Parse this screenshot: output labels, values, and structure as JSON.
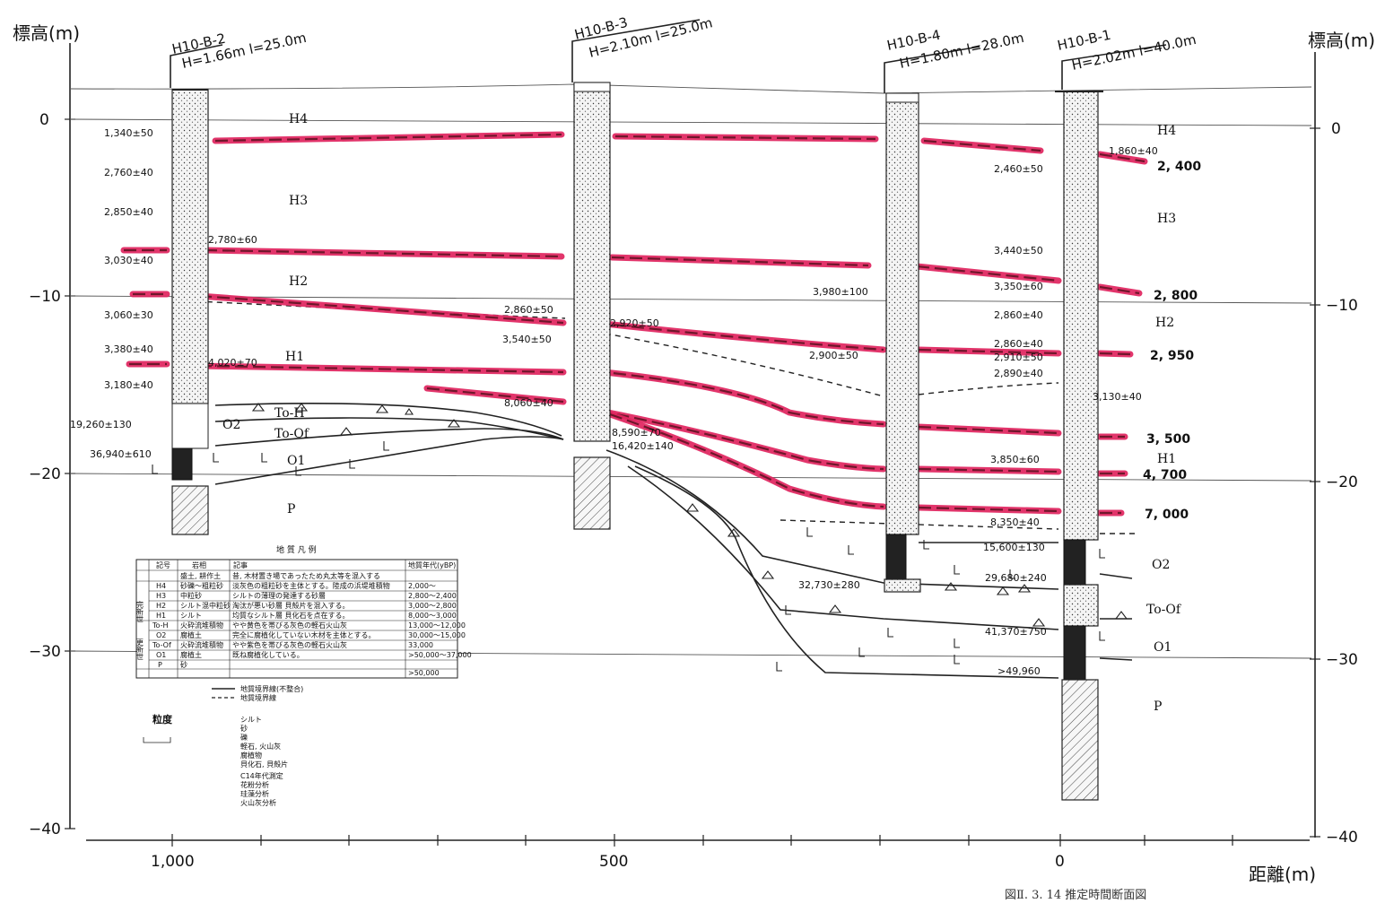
{
  "axes": {
    "left_title": "標高(m)",
    "right_title": "標高(m)",
    "left_ticks": [
      "0",
      "−10",
      "−20",
      "−30",
      "−40"
    ],
    "right_ticks": [
      "0",
      "−10",
      "−20",
      "−30",
      "−40"
    ],
    "x_ticks": [
      "1,000",
      "500",
      "0"
    ],
    "x_title": "距離(m)"
  },
  "boreholes": [
    {
      "name": "H10-B-2",
      "params": "H=1.66m  l=25.0m"
    },
    {
      "name": "H10-B-3",
      "params": "H=2.10m  l=25.0m"
    },
    {
      "name": "H10-B-4",
      "params": "H=1.80m  l=28.0m"
    },
    {
      "name": "H10-B-1",
      "params": "H=2.02m  l=40.0m"
    }
  ],
  "units": {
    "H4_left": "H4",
    "H3_left": "H3",
    "H2_left": "H2",
    "H1_left": "H1",
    "ToH": "To-H",
    "O2_left": "O2",
    "ToOf_left": "To-Of",
    "O1_left": "O1",
    "P_left": "P",
    "H4_right": "H4",
    "H3_right": "H3",
    "H2_right": "H2",
    "H1_right": "H1",
    "O2_right": "O2",
    "ToOf_right": "To-Of",
    "O1_right": "O1",
    "P_right": "P"
  },
  "dates_b2": [
    "1,340±50",
    "2,760±40",
    "2,850±40",
    "2,780±60",
    "3,030±40",
    "3,060±30",
    "3,380±40",
    "4,020±70",
    "3,180±40",
    "19,260±130",
    "36,940±610"
  ],
  "dates_b3": [
    "2,860±50",
    "2,920±50",
    "3,540±50",
    "8,060±40",
    "8,590±70",
    "16,420±140"
  ],
  "dates_b4": [
    "3,980±100",
    "2,900±50",
    "32,730±280"
  ],
  "dates_b1": [
    "1,860±40",
    "2,460±50",
    "3,440±50",
    "3,350±60",
    "2,860±40",
    "2,860±40",
    "2,910±50",
    "2,890±40",
    "3,130±40",
    "3,850±60",
    "8,350±40",
    "15,600±130",
    "29,680±240",
    "41,370±750",
    ">49,960"
  ],
  "age_labels": [
    "2, 400",
    "2, 800",
    "2, 950",
    "3, 500",
    "4, 700",
    "7, 000"
  ],
  "legend": {
    "title": "地 質 凡 例",
    "headers": [
      "記号",
      "岩相",
      "記事",
      "地質年代(yBP)"
    ],
    "rows": [
      [
        "",
        "盛土, 耕作土",
        "昔, 木材置き場であったため丸太等を混入する",
        ""
      ],
      [
        "H4",
        "砂礫〜粗粒砂",
        "淡灰色の粗粒砂を主体とする。陸成の浜堤堆積物",
        "2,000〜"
      ],
      [
        "H3",
        "中粒砂",
        "シルトの薄理の発達する砂層",
        "2,800〜2,400"
      ],
      [
        "H2",
        "シルト混中粒砂",
        "淘汰が悪い砂層 貝殻片を混入する。",
        "3,000〜2,800"
      ],
      [
        "H1",
        "シルト",
        "均質なシルト層 貝化石を点在する。",
        "8,000〜3,000"
      ],
      [
        "To-H",
        "火砕流堆積物",
        "やや黄色を帯びる灰色の軽石火山灰",
        "13,000〜12,000"
      ],
      [
        "O2",
        "腐植土",
        "完全に腐植化していない木材を主体とする。",
        "30,000〜15,000"
      ],
      [
        "To-Of",
        "火砕流堆積物",
        "やや紫色を帯びる灰色の軽石火山灰",
        "33,000"
      ],
      [
        "O1",
        "腐植土",
        "既ね腐植化している。",
        ">50,000〜37,000"
      ],
      [
        "P",
        "砂",
        "",
        ">50,000"
      ]
    ],
    "era_upper": "完新世",
    "era_lower": "更新世",
    "line_items": [
      "地質境界線(不整合)",
      "地質境界線"
    ],
    "grain_title": "粒度",
    "symbol_items": [
      "シルト",
      "砂",
      "礫",
      "軽石, 火山灰",
      "腐植物",
      "貝化石, 貝殻片"
    ],
    "analysis_items": [
      "C14年代測定",
      "花粉分析",
      "珪藻分析",
      "火山灰分析"
    ]
  },
  "caption": "図Ⅱ. 3. 14    推定時間断面図",
  "colors": {
    "time_line": "#e0245e",
    "ink": "#222222"
  }
}
